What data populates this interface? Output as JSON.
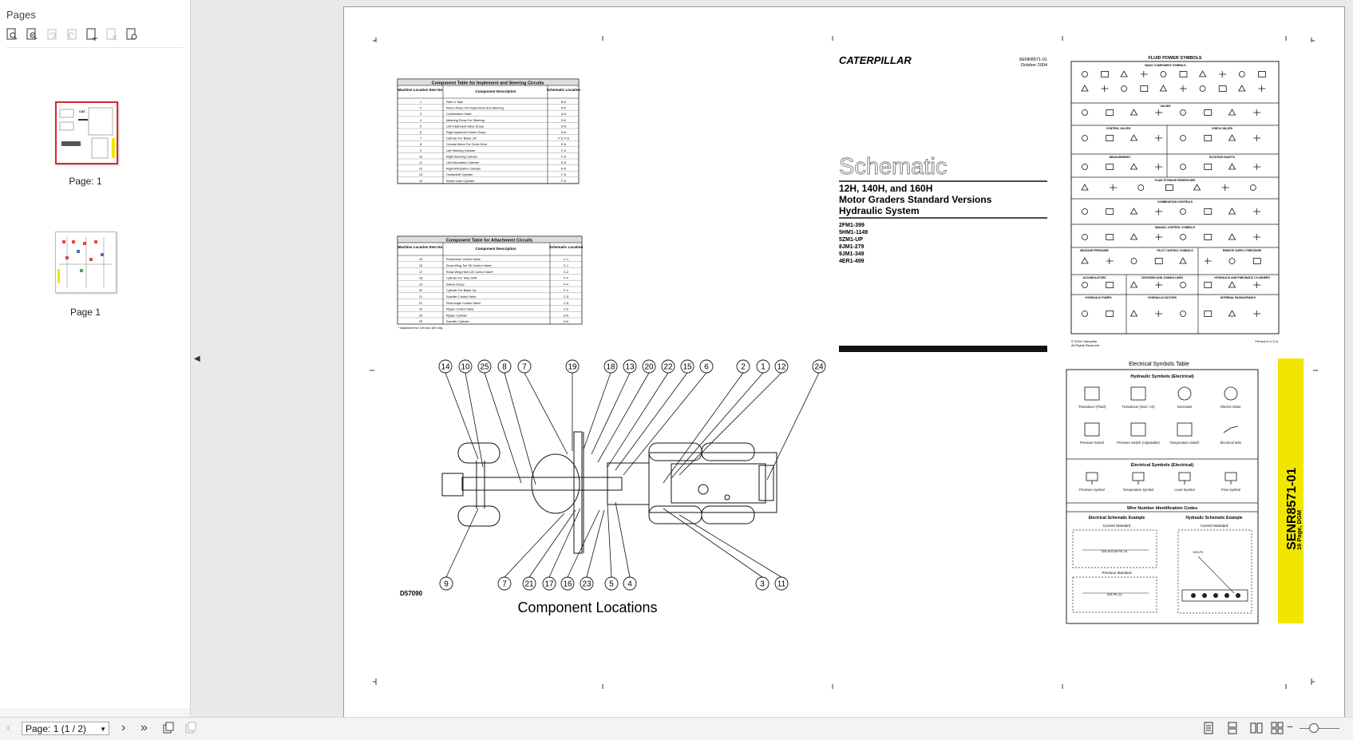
{
  "sidebar": {
    "title": "Pages",
    "thumbnails": [
      {
        "label": "Page: 1",
        "selected": true
      },
      {
        "label": "Page 1",
        "selected": false
      }
    ]
  },
  "document": {
    "brand": "CATERPILLAR",
    "doc_number": "SENR8571-01",
    "doc_date": "October 2004",
    "schematic_word": "Schematic",
    "title_line1": "12H, 140H, and 160H",
    "title_line2": "Motor Graders Standard Versions",
    "title_line3": "Hydraulic System",
    "serials": [
      "2FM1-399",
      "5HM1-1149",
      "5ZM1-UP",
      "8JM1-279",
      "9JM1-349",
      "4ER1-499"
    ],
    "copyright": "© 2004 Caterpillar",
    "rights": "All Rights Reserved",
    "printed": "Printed in U.S.A.",
    "fluid_power_title": "FLUID POWER SYMBOLS",
    "fluid_sections": [
      "BASIC COMPONENT SYMBOLS",
      "VALVES",
      "CONTROL VALVES",
      "CHECK VALVES",
      "MEASUREMENT",
      "ROTATING SHAFTS",
      "FLUID STORAGE RESERVOIRS",
      "COMBINATION CONTROLS",
      "MANUAL CONTROL SYMBOLS",
      "RELEASE PRESSURE",
      "PILOT CONTROL SYMBOLS",
      "REMOTE SUPPLY PRESSURE",
      "ACCUMULATORS",
      "CROSSING AND JOINING LINES",
      "HYDRAULIC AND PNEUMATIC CYLINDERS",
      "HYDRAULIC PUMPS",
      "HYDRAULIC MOTORS",
      "INTERNAL PASSAGEWAYS"
    ],
    "table1": {
      "title": "Component Table for Implement and Steering Circuits",
      "headers": [
        "Machine Location Item No.",
        "Component Description",
        "Schematic Location"
      ],
      "rows": [
        [
          "1",
          "Filter & Tank",
          "B-6"
        ],
        [
          "2",
          "Piston Pump For Implements And Steering",
          "A-5"
        ],
        [
          "3",
          "Combination Valve",
          "A-5"
        ],
        [
          "4",
          "Metering Pump For Steering",
          "D-6"
        ],
        [
          "5",
          "Left Implement Valve Group",
          "D-6"
        ],
        [
          "6",
          "Right Implement Valve Group",
          "D-6"
        ],
        [
          "7",
          "Cylinder For Blade Lift",
          "F-5, F-6"
        ],
        [
          "8",
          "Circular Motor For Circle Drive",
          "E-6"
        ],
        [
          "9",
          "Left Steering Cylinder",
          "F-6"
        ],
        [
          "10",
          "Right Steering Cylinder",
          "F-6"
        ],
        [
          "11",
          "Left Articulation Cylinder",
          "E-6"
        ],
        [
          "12",
          "Right Articulation Cylinder",
          "E-6"
        ],
        [
          "13",
          "Centershift Cylinder",
          "F-5"
        ],
        [
          "14",
          "Wheel Lean Cylinder",
          "F-5"
        ]
      ]
    },
    "table2": {
      "title": "Component Table for Attachment Circuits",
      "headers": [
        "Machine Location Item No.",
        "Component Description",
        "Schematic Location"
      ],
      "rows": [
        [
          "15",
          "Plow/Dozer Control Valve",
          "C-1"
        ],
        [
          "16",
          "Snow Wing Toe Tilt Control Valve*",
          "C-1"
        ],
        [
          "17",
          "Snow Wing Heel Lift Control Valve*",
          "C-2"
        ],
        [
          "18",
          "Cylinder For Side Shift",
          "F-4"
        ],
        [
          "19",
          "Swivel Group",
          "F-4"
        ],
        [
          "20",
          "Cylinder For Blade Tip",
          "F-4"
        ],
        [
          "21",
          "Scarifier Control Valve",
          "C-5"
        ],
        [
          "22",
          "Plow Angle Control Valve*",
          "C-5"
        ],
        [
          "23",
          "Ripper Control Valve",
          "C-6"
        ],
        [
          "24",
          "Ripper Cylinder",
          "D-6"
        ],
        [
          "25",
          "Scarifier Cylinder",
          "D-6"
        ]
      ],
      "footnote": "* Attachment for 14H and 16H only."
    },
    "callouts_top": [
      "14",
      "10",
      "25",
      "8",
      "7",
      "19",
      "18",
      "13",
      "20",
      "22",
      "15",
      "6",
      "2",
      "1",
      "12",
      "24"
    ],
    "callouts_bottom": [
      "9",
      "7",
      "21",
      "17",
      "16",
      "23",
      "5",
      "4",
      "3",
      "11"
    ],
    "drawing_id": "D57090",
    "drawing_caption": "Component Locations",
    "electrical": {
      "title": "Electrical Symbols Table",
      "hyd_elec_title": "Hydraulic Symbols (Electrical)",
      "hyd_elec_items": [
        "Transducer (Fluid)",
        "Transducer (Gas / Air)",
        "Generator",
        "Electric Motor",
        "Pressure Switch",
        "Pressure Switch (Adjustable)",
        "Temperature Switch",
        "Electrical Wire"
      ],
      "elec_title": "Electrical Symbols (Electrical)",
      "elec_items": [
        "Pressure Symbol",
        "Temperature Symbol",
        "Level Symbol",
        "Flow Symbol"
      ],
      "wire_title": "Wire Number Identification Codes",
      "wire_left": "Electrical Schematic Example",
      "wire_right": "Hydraulic Schematic Example",
      "current_standard": "Current Standard",
      "previous_standard": "Previous Standard",
      "code_example": "325-AG135 PK-14",
      "prev_example": "325-PK-14",
      "hyd_example": "325-PK"
    },
    "spine_title": "SENR8571-01",
    "spine_sub": "16 Page, DGM"
  },
  "statusbar": {
    "page_box": "Page: 1 (1 / 2)"
  }
}
